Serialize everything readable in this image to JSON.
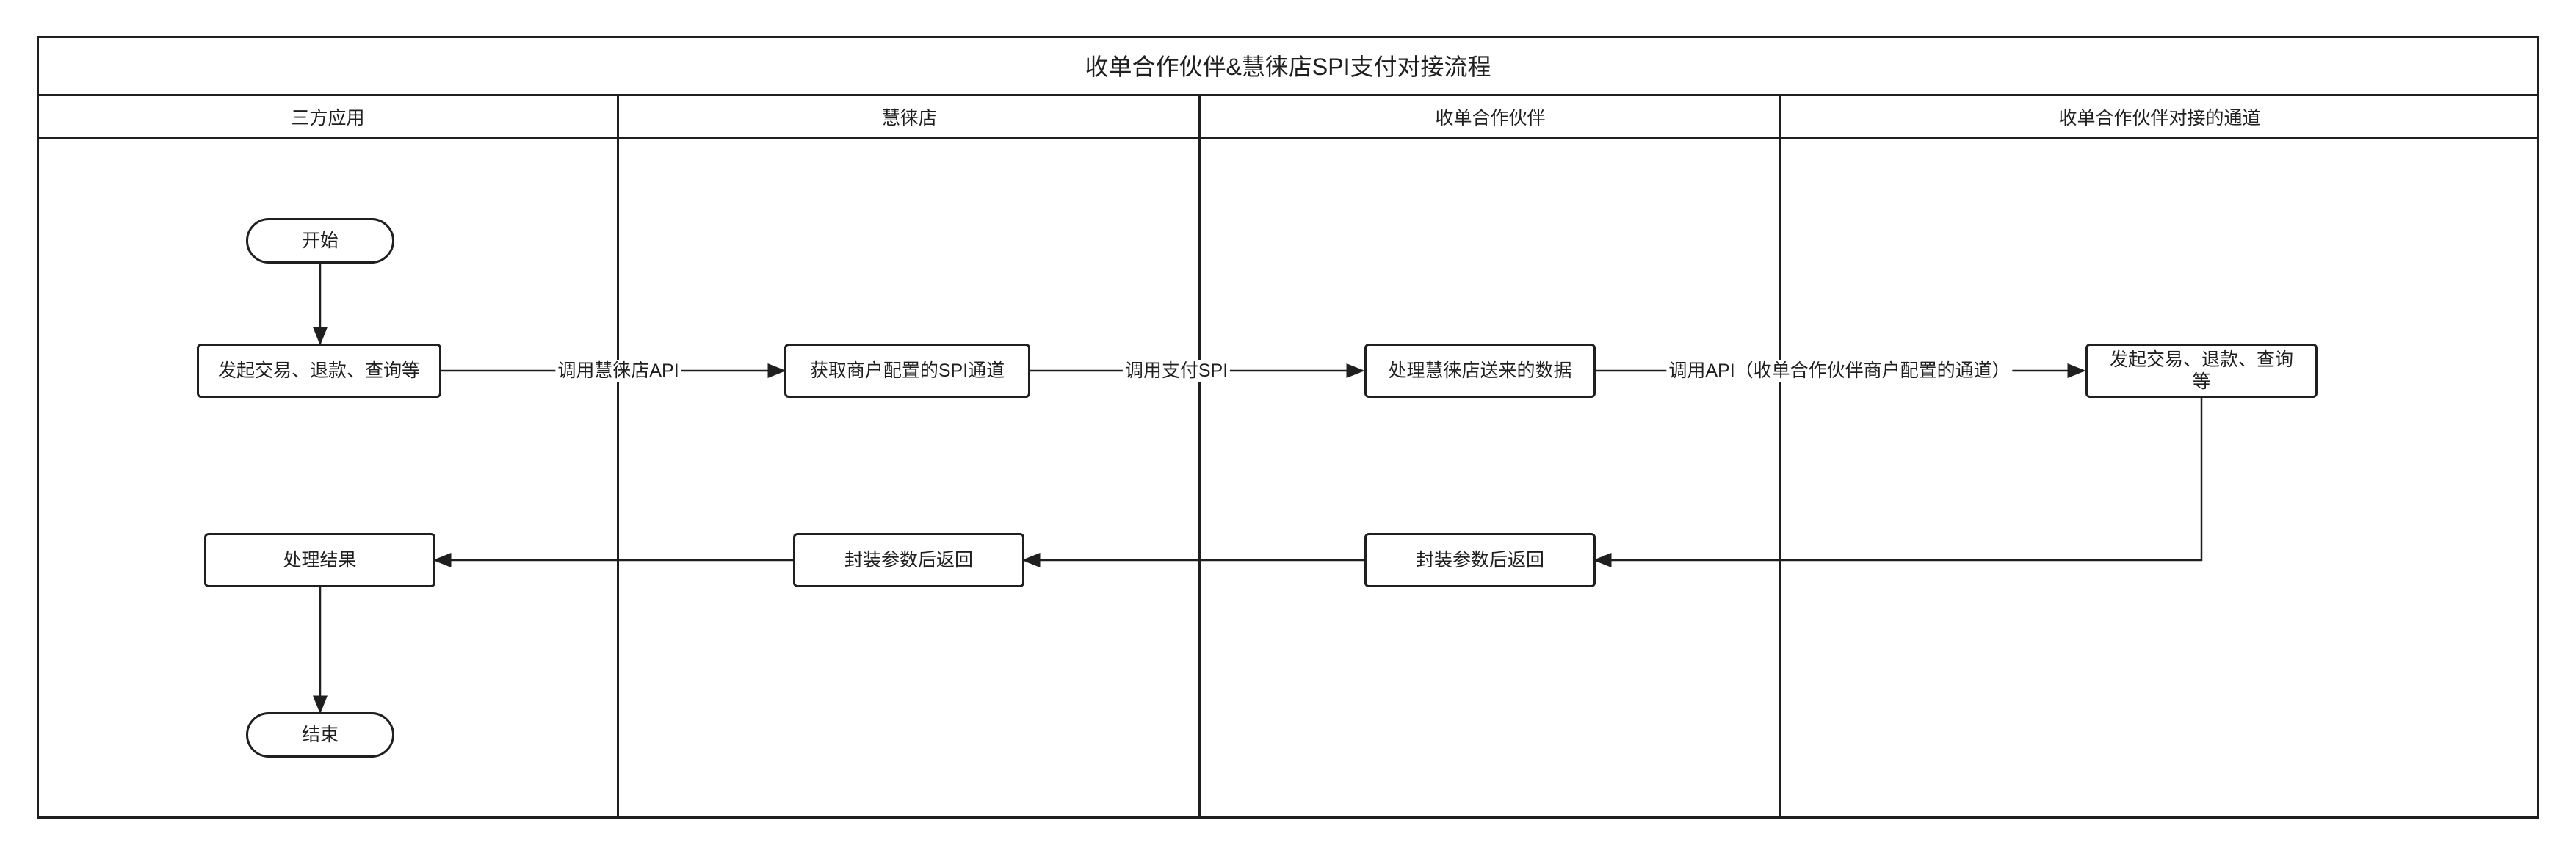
{
  "diagram": {
    "title": "收单合作伙伴&慧徕店SPI支付对接流程",
    "lanes": [
      {
        "id": "lane-third-party",
        "label": "三方应用"
      },
      {
        "id": "lane-huilaidian",
        "label": "慧徕店"
      },
      {
        "id": "lane-partner",
        "label": "收单合作伙伴"
      },
      {
        "id": "lane-channel",
        "label": "收单合作伙伴对接的通道"
      }
    ],
    "nodes": {
      "start": "开始",
      "initiate_app": "发起交易、退款、查询等",
      "get_config": "获取商户配置的SPI通道",
      "process_data": "处理慧徕店送来的数据",
      "initiate_channel": "发起交易、退款、查询等",
      "wrap_partner": "封装参数后返回",
      "wrap_huilaidian": "封装参数后返回",
      "handle_result": "处理结果",
      "end": "结束"
    },
    "edge_labels": {
      "call_huilaidian_api": "调用慧徕店API",
      "call_pay_spi": "调用支付SPI",
      "call_api_channel": "调用API（收单合作伙伴商户配置的通道）"
    }
  }
}
